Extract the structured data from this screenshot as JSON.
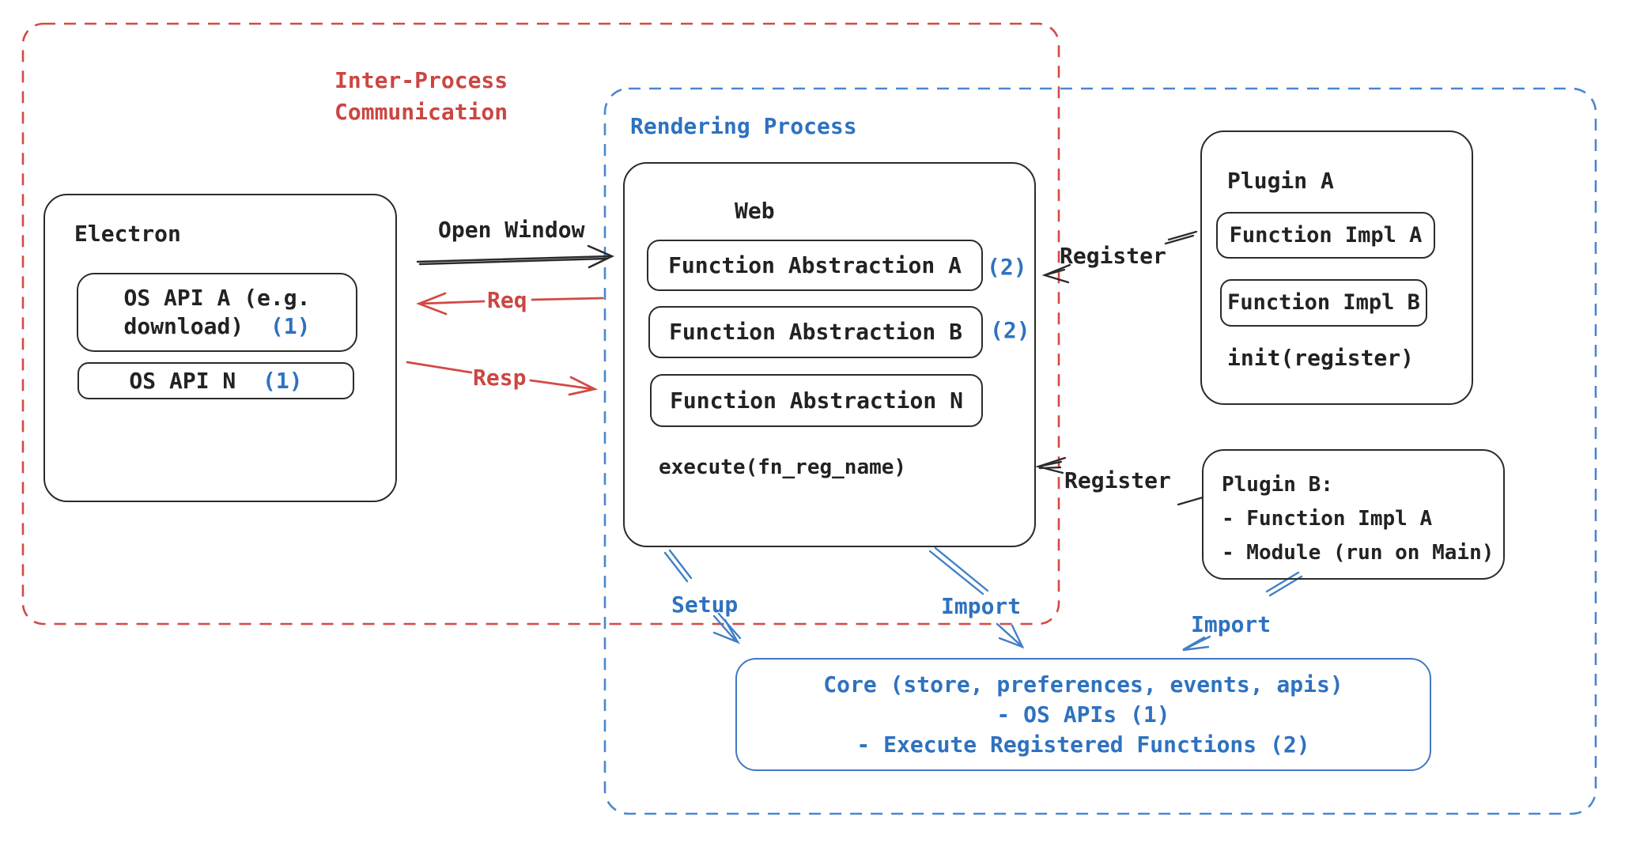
{
  "colors": {
    "red_accent": "#cb4642",
    "blue_accent": "#2e72c0",
    "blue_dash": "#4a86d2",
    "red_dash": "#d14a46",
    "stroke_black": "#2b2b2b",
    "core_border": "#4178c0"
  },
  "diagram": {
    "ipc_region": {
      "label_line1": "Inter-Process",
      "label_line2": "Communication"
    },
    "rendering_region": {
      "label": "Rendering Process"
    },
    "electron": {
      "title": "Electron",
      "os_api_a_line1": "OS API A (e.g.",
      "os_api_a_line2": "download)",
      "os_api_a_badge": "(1)",
      "os_api_n_label": "OS API N",
      "os_api_n_badge": "(1)"
    },
    "web": {
      "title": "Web",
      "items": [
        {
          "label": "Function Abstraction A",
          "badge": "(2)"
        },
        {
          "label": "Function Abstraction B",
          "badge": "(2)"
        },
        {
          "label": "Function Abstraction N",
          "badge": ""
        }
      ],
      "execute_label": "execute(fn_reg_name)"
    },
    "plugin_a": {
      "title": "Plugin A",
      "items": [
        {
          "label": "Function Impl A"
        },
        {
          "label": "Function Impl B"
        }
      ],
      "init_label": "init(register)"
    },
    "plugin_b": {
      "title": "Plugin B:",
      "line1": "- Function Impl A",
      "line2": "- Module (run on Main)"
    },
    "core": {
      "line1": "Core (store, preferences, events, apis)",
      "line2": "- OS APIs (1)",
      "line3": "- Execute Registered Functions (2)"
    },
    "arrow_labels": {
      "open_window": "Open Window",
      "req": "Req",
      "resp": "Resp",
      "register_a": "Register",
      "register_b": "Register",
      "setup": "Setup",
      "import_web": "Import",
      "import_plugin_b": "Import"
    }
  }
}
